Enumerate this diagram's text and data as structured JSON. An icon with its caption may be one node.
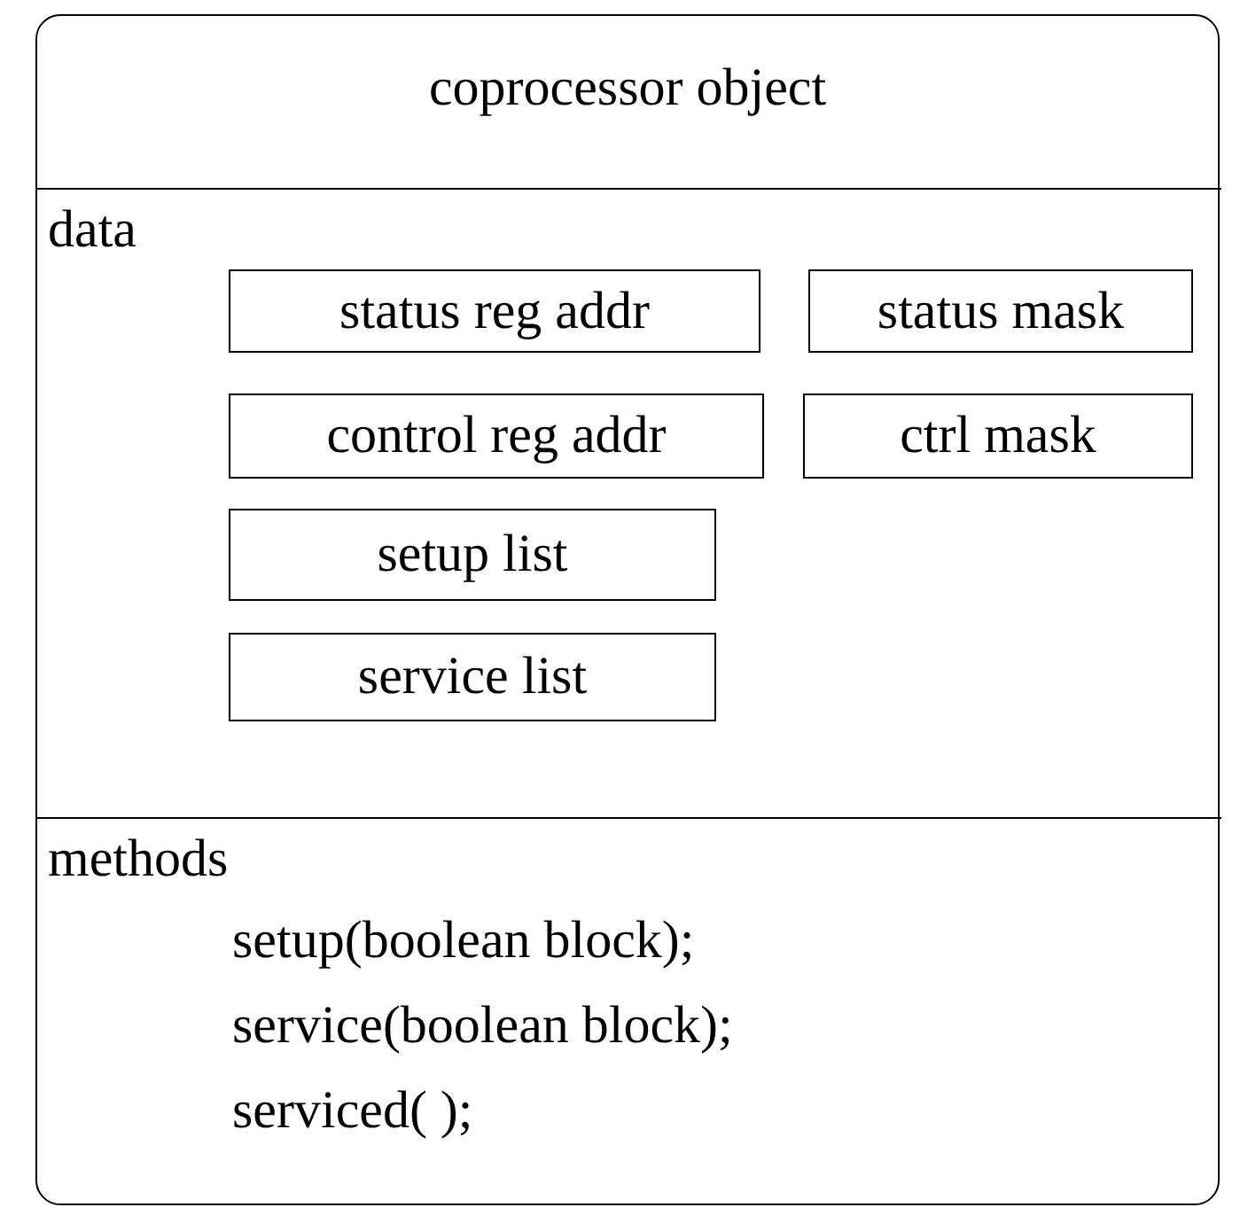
{
  "diagram": {
    "nodes": [
      {
        "text": [
          "coprocessor object"
        ]
      },
      {
        "text": [
          "data"
        ],
        "in": 0
      },
      {
        "text": [
          "status reg addr"
        ],
        "in": 1
      },
      {
        "text": [
          "status mask"
        ],
        "in": 1
      },
      {
        "text": [
          "control reg addr"
        ],
        "in": 1
      },
      {
        "text": [
          "ctrl mask"
        ],
        "in": 1
      },
      {
        "text": [
          "setup list"
        ],
        "in": 1
      },
      {
        "text": [
          "service list"
        ],
        "in": 1
      },
      {
        "text": [
          "methods",
          "setup(boolean block);",
          "service(boolean block);",
          "serviced( );"
        ],
        "in": 0
      }
    ]
  }
}
